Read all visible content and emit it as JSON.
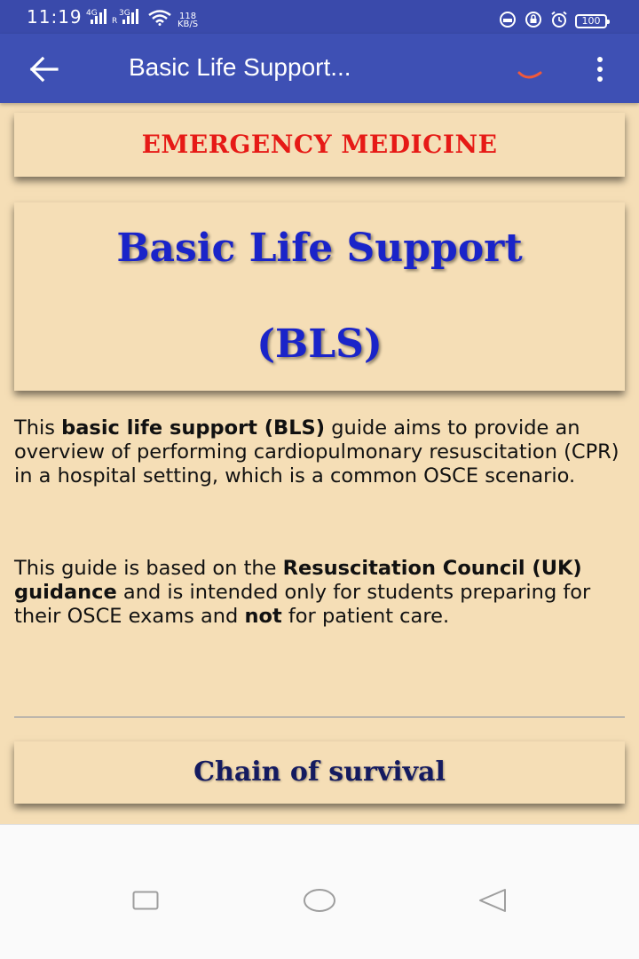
{
  "status_bar": {
    "time": "11:19",
    "net1_tag": "4G",
    "net1_sub": "R",
    "net2_tag": "3G",
    "speed_value": "118",
    "speed_unit": "KB/S",
    "battery": "100"
  },
  "app_bar": {
    "title": "Basic Life Support...",
    "back_icon": "arrow-left-icon",
    "menu_icon": "more-vert-icon",
    "accent_color": "#3e50b4"
  },
  "content": {
    "category": "EMERGENCY MEDICINE",
    "title_line1": "Basic Life Support",
    "title_line2": "(BLS)",
    "para1": {
      "before": "This ",
      "bold1": "basic life support (BLS)",
      "after": " guide aims to provide an overview of performing cardiopulmonary resuscitation (CPR) in a hospital setting, which is a common OSCE scenario."
    },
    "para2": {
      "before": "This guide is based on the ",
      "bold1": "Resuscitation Council (UK) guidance",
      "middle": " and is intended only for students preparing for their OSCE exams and ",
      "bold2": "not",
      "after": " for patient care."
    },
    "section_heading": "Chain of survival",
    "colors": {
      "background": "#f5deb6",
      "category": "#e61a16",
      "title": "#1a24c9",
      "section": "#141a60"
    }
  },
  "nav_bar": {
    "recent_icon": "square-recents-icon",
    "home_icon": "circle-home-icon",
    "back_icon": "triangle-back-icon"
  }
}
